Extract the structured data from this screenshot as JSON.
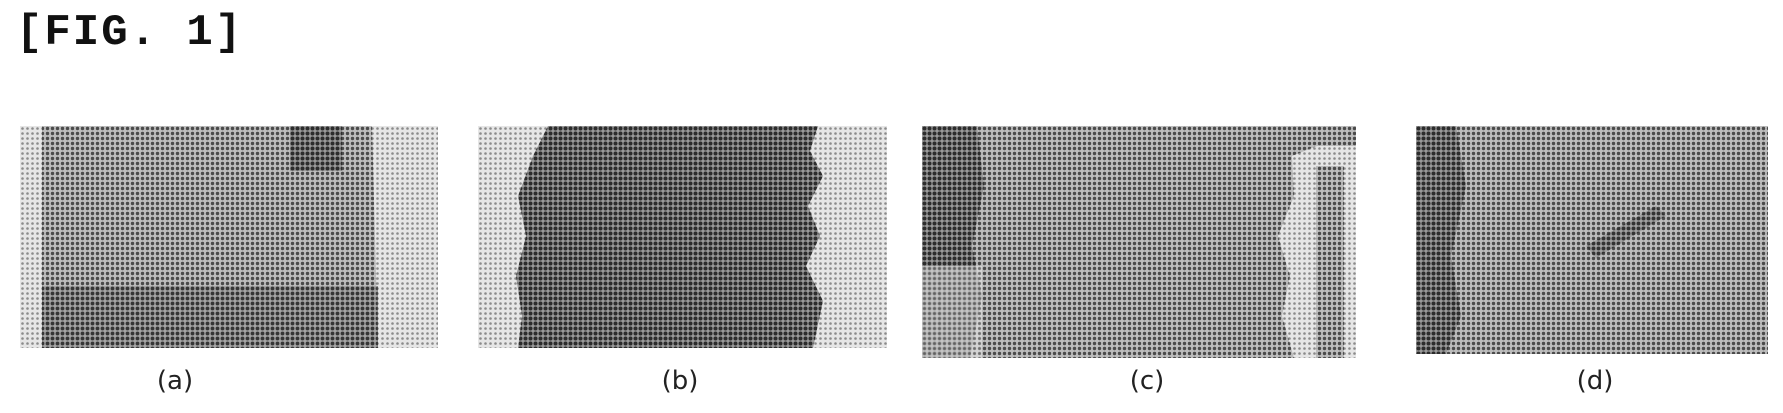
{
  "figure": {
    "title": "[FIG. 1]",
    "panels": [
      {
        "label": "(a)"
      },
      {
        "label": "(b)"
      },
      {
        "label": "(c)"
      },
      {
        "label": "(d)"
      }
    ]
  }
}
